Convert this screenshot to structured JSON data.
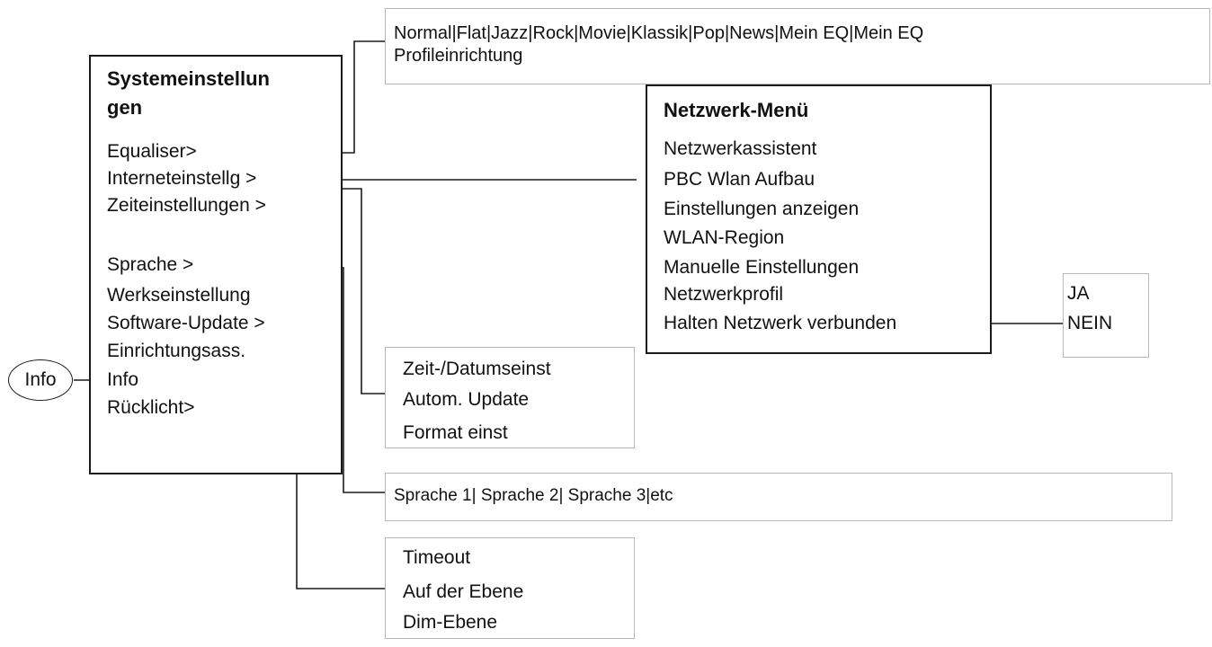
{
  "system_menu": {
    "title_line1": "Systemeinstellun",
    "title_line2": "gen",
    "items": [
      "Equaliser>",
      "Interneteinstellg >",
      "Zeiteinstellungen >",
      "Sprache >",
      "Werkseinstellung",
      "Software-Update >",
      "Einrichtungsass.",
      "Info",
      "Rücklicht>"
    ]
  },
  "info_node": {
    "label": "Info"
  },
  "equaliser_box": {
    "line1": "Normal|Flat|Jazz|Rock|Movie|Klassik|Pop|News|Mein EQ|Mein EQ",
    "line2": "Profileinrichtung"
  },
  "network_menu": {
    "title": "Netzwerk-Menü",
    "items": [
      "Netzwerkassistent",
      "PBC Wlan Aufbau",
      "Einstellungen anzeigen",
      "WLAN-Region",
      "Manuelle Einstellungen",
      "Netzwerkprofil",
      "Halten Netzwerk verbunden"
    ]
  },
  "yes_no_box": {
    "yes": "JA",
    "no": "NEIN"
  },
  "time_box": {
    "items": [
      "Zeit-/Datumseinst",
      "Autom. Update",
      "Format einst"
    ]
  },
  "language_box": {
    "text": "Sprache 1| Sprache 2| Sprache 3|etc"
  },
  "backlight_box": {
    "items": [
      "Timeout",
      "Auf der Ebene",
      "Dim-Ebene"
    ]
  }
}
